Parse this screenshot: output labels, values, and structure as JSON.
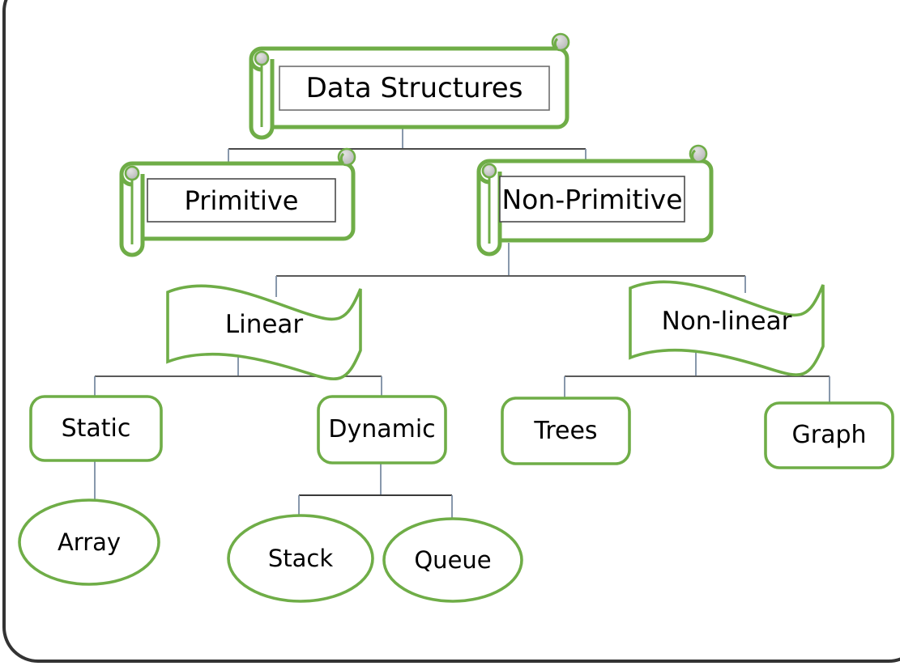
{
  "diagram": {
    "title": "Data Structures classification tree",
    "colors": {
      "shape_stroke": "#6FAD47",
      "inner_box_stroke": "#595959",
      "connector_line": "#7F8FA4",
      "connector_line_dark": "#3A3A3A",
      "page_border": "#333333",
      "scroll_knob_fill": "#BFBFBF",
      "text": "#000000",
      "background": "#FFFFFF"
    },
    "nodes": [
      {
        "id": "data-structures",
        "label": "Data Structures",
        "shape": "vertical-scroll",
        "level": 0
      },
      {
        "id": "primitive",
        "label": "Primitive",
        "shape": "vertical-scroll",
        "level": 1
      },
      {
        "id": "non-primitive",
        "label": "Non-Primitive",
        "shape": "vertical-scroll",
        "level": 1
      },
      {
        "id": "linear",
        "label": "Linear",
        "shape": "wave",
        "level": 2
      },
      {
        "id": "non-linear",
        "label": "Non-linear",
        "shape": "wave",
        "level": 2
      },
      {
        "id": "static",
        "label": "Static",
        "shape": "rounded-rect",
        "level": 3
      },
      {
        "id": "dynamic",
        "label": "Dynamic",
        "shape": "rounded-rect",
        "level": 3
      },
      {
        "id": "trees",
        "label": "Trees",
        "shape": "rounded-rect",
        "level": 3
      },
      {
        "id": "graph",
        "label": "Graph",
        "shape": "rounded-rect",
        "level": 3
      },
      {
        "id": "array",
        "label": "Array",
        "shape": "ellipse",
        "level": 4
      },
      {
        "id": "stack",
        "label": "Stack",
        "shape": "ellipse",
        "level": 4
      },
      {
        "id": "queue",
        "label": "Queue",
        "shape": "ellipse",
        "level": 4
      }
    ],
    "edges": [
      {
        "from": "data-structures",
        "to": "primitive"
      },
      {
        "from": "data-structures",
        "to": "non-primitive"
      },
      {
        "from": "non-primitive",
        "to": "linear"
      },
      {
        "from": "non-primitive",
        "to": "non-linear"
      },
      {
        "from": "linear",
        "to": "static"
      },
      {
        "from": "linear",
        "to": "dynamic"
      },
      {
        "from": "non-linear",
        "to": "trees"
      },
      {
        "from": "non-linear",
        "to": "graph"
      },
      {
        "from": "static",
        "to": "array"
      },
      {
        "from": "dynamic",
        "to": "stack"
      },
      {
        "from": "dynamic",
        "to": "queue"
      }
    ]
  }
}
